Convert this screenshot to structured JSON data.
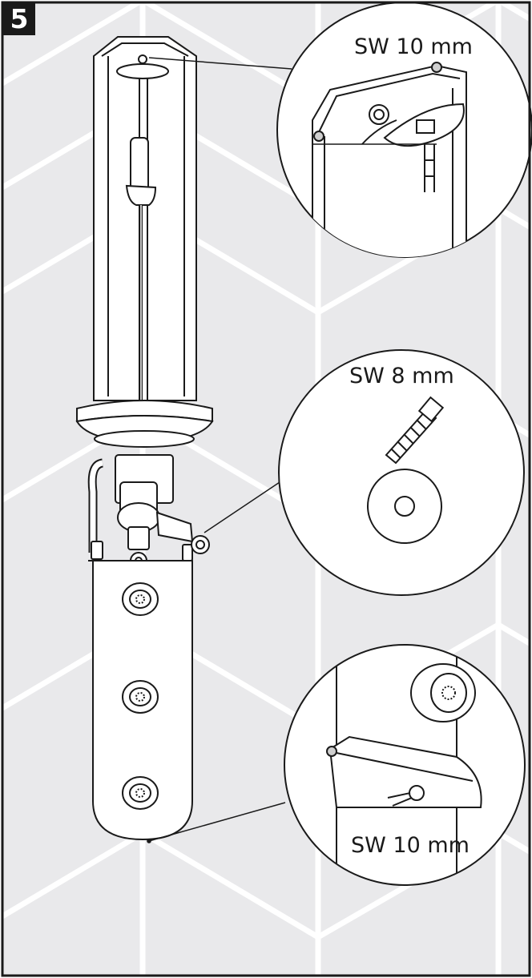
{
  "step": {
    "number": "5"
  },
  "callouts": [
    {
      "id": "upper-fixing",
      "label": "SW 10 mm"
    },
    {
      "id": "connection-fitting",
      "label": "SW 8 mm"
    },
    {
      "id": "lower-fixing",
      "label": "SW 10 mm"
    }
  ],
  "colors": {
    "tile": "#e9e9eb",
    "grout": "#ffffff",
    "line": "#1a1a1a",
    "frame": "#1a1a1a"
  }
}
